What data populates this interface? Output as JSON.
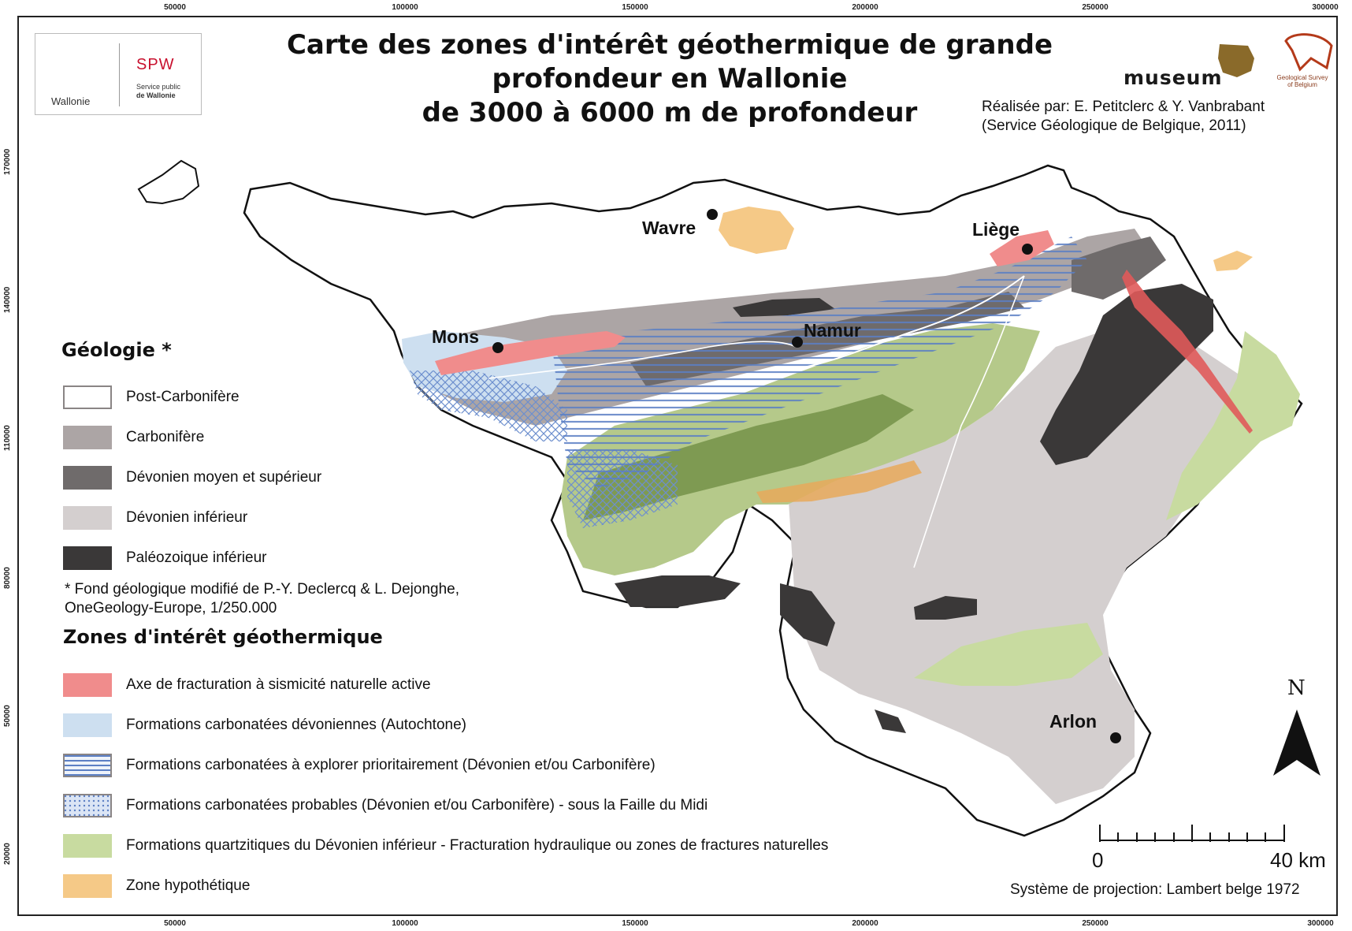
{
  "title": {
    "line1": "Carte des zones d'intérêt géothermique de grande",
    "line2": "profondeur en Wallonie",
    "line3": "de 3000 à 6000 m de profondeur"
  },
  "credits": {
    "line1": "Réalisée par: E. Petitclerc & Y. Vanbrabant",
    "line2": "(Service Géologique de Belgique, 2011)"
  },
  "logos": {
    "wallonie": "Wallonie",
    "spw": "SPW",
    "spw_caption_1": "Service public",
    "spw_caption_2": "de Wallonie",
    "museum": "museum",
    "gsb_caption_1": "Geological Survey",
    "gsb_caption_2": "of Belgium"
  },
  "grid": {
    "x_ticks": [
      "50000",
      "100000",
      "150000",
      "200000",
      "250000",
      "300000"
    ],
    "y_ticks": [
      "170000",
      "140000",
      "110000",
      "80000",
      "50000",
      "20000"
    ]
  },
  "cities": [
    {
      "name": "Wavre"
    },
    {
      "name": "Liège"
    },
    {
      "name": "Mons"
    },
    {
      "name": "Namur"
    },
    {
      "name": "Arlon"
    }
  ],
  "legend_geology": {
    "heading": "Géologie *",
    "items": [
      {
        "label": "Post-Carbonifère",
        "color": "#ffffff"
      },
      {
        "label": "Carbonifère",
        "color": "#aca5a5"
      },
      {
        "label": "Dévonien moyen et supérieur",
        "color": "#6f6b6b"
      },
      {
        "label": "Dévonien inférieur",
        "color": "#d4cfcf"
      },
      {
        "label": "Paléozoique inférieur",
        "color": "#3a3838"
      }
    ],
    "note_line1": "* Fond géologique modifié de P.-Y. Declercq & L. Dejonghe,",
    "note_line2": "OneGeology-Europe, 1/250.000"
  },
  "legend_zones": {
    "heading": "Zones d'intérêt géothermique",
    "items": [
      {
        "label": "Axe de fracturation à sismicité naturelle active",
        "color": "#f08c8c"
      },
      {
        "label": "Formations carbonatées dévoniennes (Autochtone)",
        "color": "#cddff0"
      },
      {
        "label": "Formations carbonatées à explorer prioritairement (Dévonien et/ou Carbonifère)",
        "color": "#5b7fc4"
      },
      {
        "label": "Formations carbonatées probables (Dévonien et/ou Carbonifère) - sous la Faille du Midi",
        "color": "#8fa8d8"
      },
      {
        "label": "Formations quartzitiques du Dévonien inférieur - Fracturation hydraulique ou zones de fractures naturelles",
        "color": "#c8dba0"
      },
      {
        "label": "Zone hypothétique",
        "color": "#f5c987"
      }
    ]
  },
  "north": "N",
  "scale": {
    "zero": "0",
    "max": "40 km"
  },
  "projection": "Système de projection: Lambert belge 1972"
}
